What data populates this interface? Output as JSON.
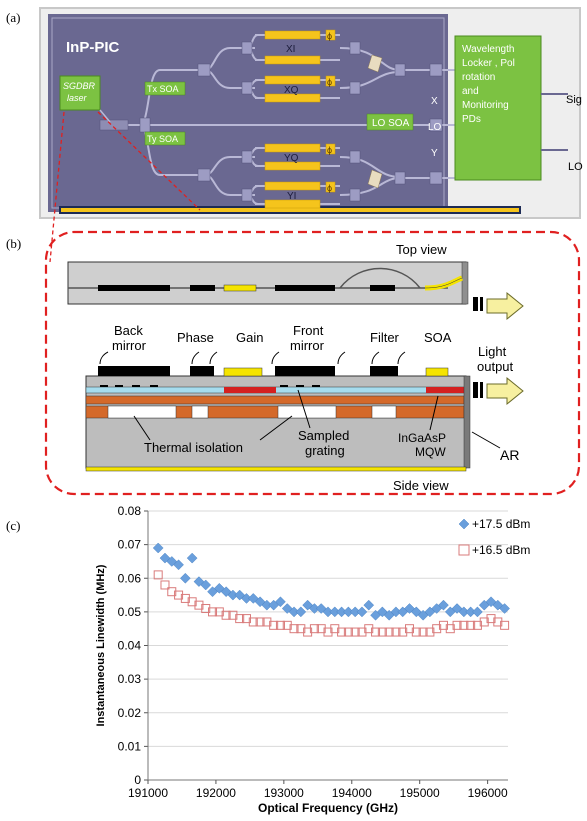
{
  "panel_a": {
    "label": "(a)",
    "chip_title": "InP-PIC",
    "laser_label_line1": "SGDBR",
    "laser_label_line2": "laser",
    "tx_soa": "Tx SOA",
    "ty_soa": "Ty SOA",
    "lo_soa": "LO SOA",
    "modulators": [
      "XI",
      "XQ",
      "YQ",
      "YI"
    ],
    "phase_symbol": "ϕ",
    "port_x": "X",
    "port_lo": "LO",
    "port_y": "Y",
    "locker_lines": [
      "Wavelength",
      "Locker , Pol",
      "rotation",
      "and",
      "Monitoring",
      "PDs"
    ],
    "out_sig": "Sig",
    "out_lo": "LO"
  },
  "panel_b": {
    "label": "(b)",
    "top_view": "Top view",
    "side_view": "Side view",
    "sections": {
      "back_mirror_1": "Back",
      "back_mirror_2": "mirror",
      "phase": "Phase",
      "gain": "Gain",
      "front_mirror_1": "Front",
      "front_mirror_2": "mirror",
      "filter": "Filter",
      "soa": "SOA"
    },
    "light_output_1": "Light",
    "light_output_2": "output",
    "thermal_isolation": "Thermal isolation",
    "sampled_grating_1": "Sampled",
    "sampled_grating_2": "grating",
    "mqw_1": "InGaAsP",
    "mqw_2": "MQW",
    "ar": "AR"
  },
  "panel_c": {
    "label": "(c)"
  },
  "chart_data": {
    "type": "scatter",
    "xlabel": "Optical Frequency (GHz)",
    "ylabel": "Instantaneous Linewidth (MHz)",
    "xlim": [
      191000,
      196300
    ],
    "ylim": [
      0,
      0.08
    ],
    "x_ticks": [
      191000,
      192000,
      193000,
      194000,
      195000,
      196000
    ],
    "y_ticks": [
      0,
      0.01,
      0.02,
      0.03,
      0.04,
      0.05,
      0.06,
      0.07,
      0.08
    ],
    "grid": "horizontal",
    "legend_position": "top-right",
    "series": [
      {
        "name": "+17.5 dBm",
        "marker": "diamond",
        "color": "#6a9fdc",
        "x": [
          191150,
          191250,
          191350,
          191450,
          191550,
          191650,
          191750,
          191850,
          191950,
          192050,
          192150,
          192250,
          192350,
          192450,
          192550,
          192650,
          192750,
          192850,
          192950,
          193050,
          193150,
          193250,
          193350,
          193450,
          193550,
          193650,
          193750,
          193850,
          193950,
          194050,
          194150,
          194250,
          194350,
          194450,
          194550,
          194650,
          194750,
          194850,
          194950,
          195050,
          195150,
          195250,
          195350,
          195450,
          195550,
          195650,
          195750,
          195850,
          195950,
          196050,
          196150,
          196250
        ],
        "y": [
          0.069,
          0.066,
          0.065,
          0.064,
          0.06,
          0.066,
          0.059,
          0.058,
          0.056,
          0.057,
          0.056,
          0.055,
          0.055,
          0.054,
          0.054,
          0.053,
          0.052,
          0.052,
          0.053,
          0.051,
          0.05,
          0.05,
          0.052,
          0.051,
          0.051,
          0.05,
          0.05,
          0.05,
          0.05,
          0.05,
          0.05,
          0.052,
          0.049,
          0.05,
          0.049,
          0.05,
          0.05,
          0.051,
          0.05,
          0.049,
          0.05,
          0.051,
          0.052,
          0.05,
          0.051,
          0.05,
          0.05,
          0.05,
          0.052,
          0.053,
          0.052,
          0.051
        ]
      },
      {
        "name": "+16.5 dBm",
        "marker": "square-open",
        "color": "#d97b7b",
        "x": [
          191150,
          191250,
          191350,
          191450,
          191550,
          191650,
          191750,
          191850,
          191950,
          192050,
          192150,
          192250,
          192350,
          192450,
          192550,
          192650,
          192750,
          192850,
          192950,
          193050,
          193150,
          193250,
          193350,
          193450,
          193550,
          193650,
          193750,
          193850,
          193950,
          194050,
          194150,
          194250,
          194350,
          194450,
          194550,
          194650,
          194750,
          194850,
          194950,
          195050,
          195150,
          195250,
          195350,
          195450,
          195550,
          195650,
          195750,
          195850,
          195950,
          196050,
          196150,
          196250
        ],
        "y": [
          0.061,
          0.058,
          0.056,
          0.055,
          0.054,
          0.053,
          0.052,
          0.051,
          0.05,
          0.05,
          0.049,
          0.049,
          0.048,
          0.048,
          0.047,
          0.047,
          0.047,
          0.046,
          0.046,
          0.046,
          0.045,
          0.045,
          0.044,
          0.045,
          0.045,
          0.044,
          0.045,
          0.044,
          0.044,
          0.044,
          0.044,
          0.045,
          0.044,
          0.044,
          0.044,
          0.044,
          0.044,
          0.045,
          0.044,
          0.044,
          0.044,
          0.045,
          0.046,
          0.045,
          0.046,
          0.046,
          0.046,
          0.046,
          0.047,
          0.048,
          0.047,
          0.046
        ]
      }
    ]
  },
  "colors": {
    "chip_bg": "#6a6891",
    "waveguide": "#8e8db3",
    "green_box": "#7cc242",
    "modulator": "#f5c41c",
    "laser_red": "#e02020",
    "orange_layer": "#d4692a",
    "cyan_layer": "#a6dcee",
    "red_layer": "#d42020",
    "yellow_arrow": "#f7f0a0"
  }
}
